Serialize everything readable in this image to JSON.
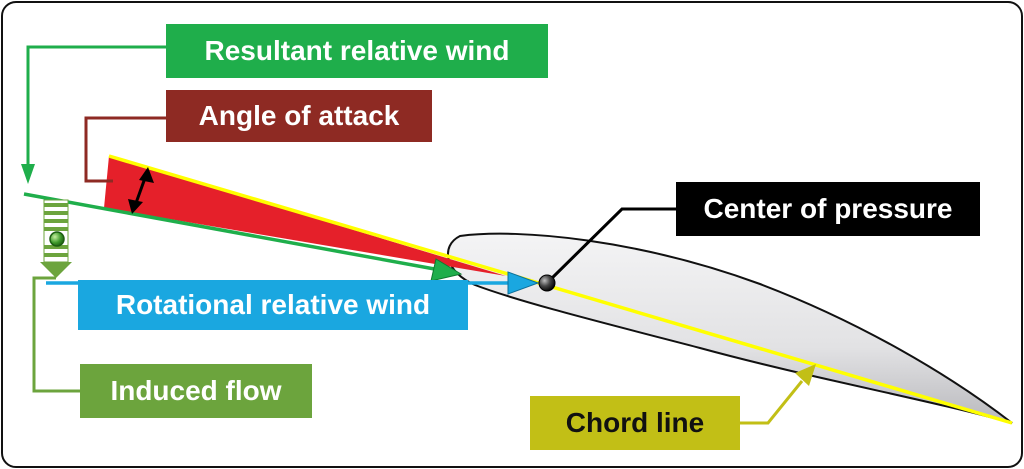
{
  "labels": {
    "resultant_relative_wind": "Resultant relative wind",
    "angle_of_attack": "Angle of attack",
    "center_of_pressure": "Center of pressure",
    "rotational_relative_wind": "Rotational relative wind",
    "induced_flow": "Induced flow",
    "chord_line": "Chord line"
  },
  "colors": {
    "resultant_wind": "#1fae4b",
    "angle_of_attack": "#8e2a23",
    "attack_wedge": "#e5202a",
    "center_of_pressure": "#000000",
    "rotational_wind": "#1aa7e0",
    "induced_flow": "#6ca43d",
    "chord_line": "#c2bf16",
    "chord_stroke": "#ffff00",
    "airfoil_fill": "#e4e4e6",
    "frame": "#111111"
  }
}
